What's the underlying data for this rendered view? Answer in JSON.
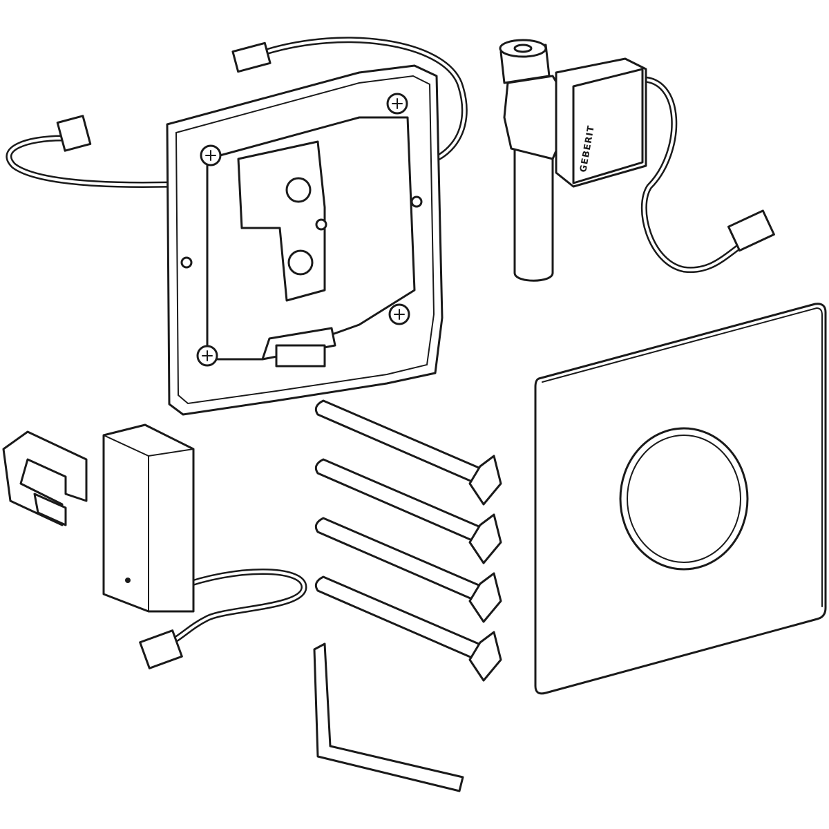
{
  "diagram": {
    "parts": [
      {
        "id": "mounting-frame"
      },
      {
        "id": "solenoid-valve",
        "logo_text": "GEBERIT"
      },
      {
        "id": "cover-plate"
      },
      {
        "id": "cable-clip"
      },
      {
        "id": "battery-box"
      },
      {
        "id": "threaded-rods",
        "count": 4
      },
      {
        "id": "allen-key"
      }
    ],
    "colors": {
      "line": "#1a1a1a",
      "background": "#ffffff"
    }
  }
}
